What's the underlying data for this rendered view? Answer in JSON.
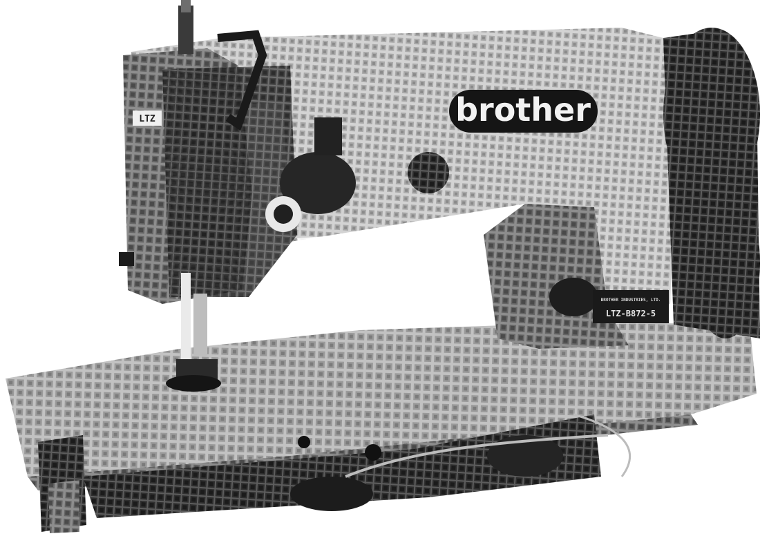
{
  "photo": {
    "brand_label": "brother",
    "plate_line1": "BROTHER INDUSTRIES, LTD.",
    "model_label": "LTZ-B872-5",
    "side_badge": "LTZ"
  },
  "colors": {
    "background": "#ffffff",
    "machine_mid": "#8a8a8a",
    "machine_dark": "#2b2b2b",
    "machine_light": "#c7c7c7",
    "logo_plate": "#151515",
    "logo_text": "#f2f2f2",
    "table_top": "#9b9b9b"
  }
}
